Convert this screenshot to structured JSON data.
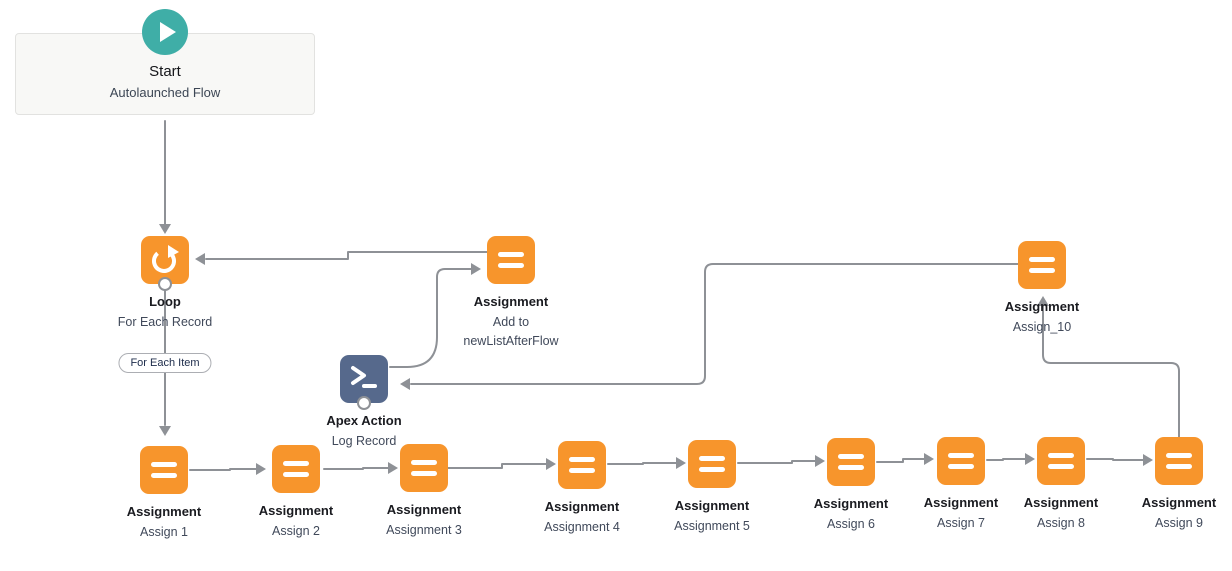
{
  "flow_canvas": {
    "start_node": {
      "title": "Start",
      "subtitle": "Autolaunched Flow"
    },
    "loop_node": {
      "type_label": "Loop",
      "name": "For Each Record"
    },
    "loop_connector_label": "For Each Item",
    "apex_node": {
      "type_label": "Apex Action",
      "name": "Log Record"
    },
    "assignment_add_node": {
      "type_label": "Assignment",
      "name_line1": "Add to",
      "name_line2": "newListAfterFlow"
    },
    "assignment_10_node": {
      "type_label": "Assignment",
      "name": "Assign_10"
    },
    "assignment_row": [
      {
        "type_label": "Assignment",
        "name": "Assign 1"
      },
      {
        "type_label": "Assignment",
        "name": "Assign 2"
      },
      {
        "type_label": "Assignment",
        "name": "Assignment 3"
      },
      {
        "type_label": "Assignment",
        "name": "Assignment 4"
      },
      {
        "type_label": "Assignment",
        "name": "Assignment 5"
      },
      {
        "type_label": "Assignment",
        "name": "Assign 6"
      },
      {
        "type_label": "Assignment",
        "name": "Assign 7"
      },
      {
        "type_label": "Assignment",
        "name": "Assign 8"
      },
      {
        "type_label": "Assignment",
        "name": "Assign 9"
      }
    ],
    "icons": {
      "start": "play-icon",
      "loop": "loop-arrow-icon",
      "assignment": "equals-bars-icon",
      "apex_action": "terminal-prompt-icon",
      "connector_end": "arrowhead-icon",
      "node_port": "connector-port-circle"
    },
    "colors": {
      "assignment_orange": "#F7952C",
      "apex_slate": "#56698C",
      "start_teal": "#3FAEA7",
      "connector_gray": "#8E9196",
      "start_card_bg": "#F8F8F6"
    }
  }
}
